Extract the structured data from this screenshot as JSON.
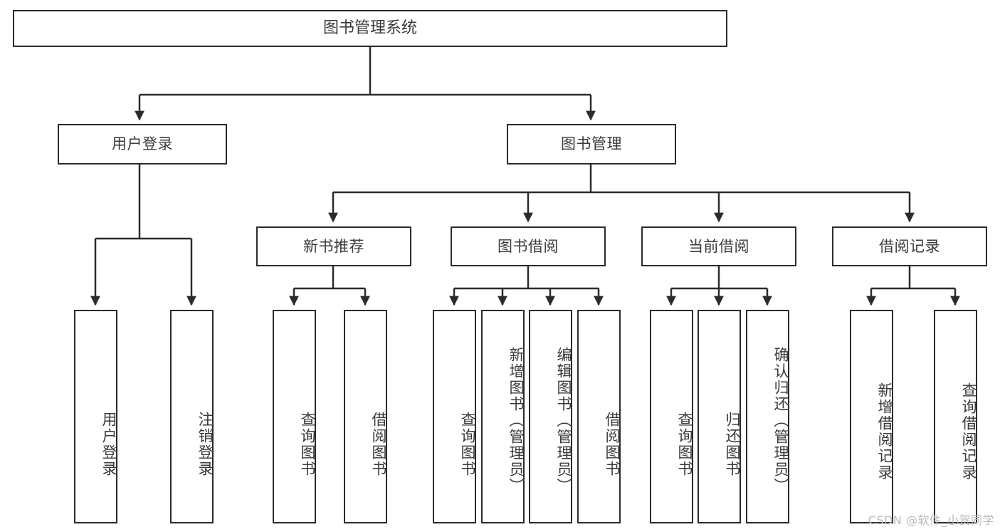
{
  "diagram": {
    "title": "图书管理系统",
    "watermark": "CSDN @软件_小贺同学",
    "colors": {
      "box_border": "#2b2b2b",
      "edge": "#2b2b2b",
      "text": "#3a3a3a",
      "background": "#ffffff",
      "watermark": "#b8b8b8"
    },
    "nodes": {
      "root": {
        "label": "图书管理系统"
      },
      "level1": [
        {
          "id": "user-login",
          "label": "用户登录"
        },
        {
          "id": "book-management",
          "label": "图书管理"
        }
      ],
      "level2": [
        {
          "id": "new-book-recommend",
          "label": "新书推荐"
        },
        {
          "id": "book-borrow",
          "label": "图书借阅"
        },
        {
          "id": "current-borrow",
          "label": "当前借阅"
        },
        {
          "id": "borrow-record",
          "label": "借阅记录"
        }
      ],
      "leaves": {
        "user-login": [
          {
            "id": "leaf-user-login",
            "label": "用户登录"
          },
          {
            "id": "leaf-logout",
            "label": "注销登录"
          }
        ],
        "new-book-recommend": [
          {
            "id": "leaf-query-book-1",
            "label": "查询图书"
          },
          {
            "id": "leaf-borrow-book-1",
            "label": "借阅图书"
          }
        ],
        "book-borrow": [
          {
            "id": "leaf-query-book-2",
            "label": "查询图书"
          },
          {
            "id": "leaf-add-book",
            "label": "新增图书（管理员）"
          },
          {
            "id": "leaf-edit-book",
            "label": "编辑图书（管理员）"
          },
          {
            "id": "leaf-borrow-book-2",
            "label": "借阅图书"
          }
        ],
        "current-borrow": [
          {
            "id": "leaf-query-book-3",
            "label": "查询图书"
          },
          {
            "id": "leaf-return-book",
            "label": "归还图书"
          },
          {
            "id": "leaf-confirm-return",
            "label": "确认归还（管理员）"
          }
        ],
        "borrow-record": [
          {
            "id": "leaf-add-record",
            "label": "新增借阅记录"
          },
          {
            "id": "leaf-query-record",
            "label": "查询借阅记录"
          }
        ]
      }
    }
  }
}
